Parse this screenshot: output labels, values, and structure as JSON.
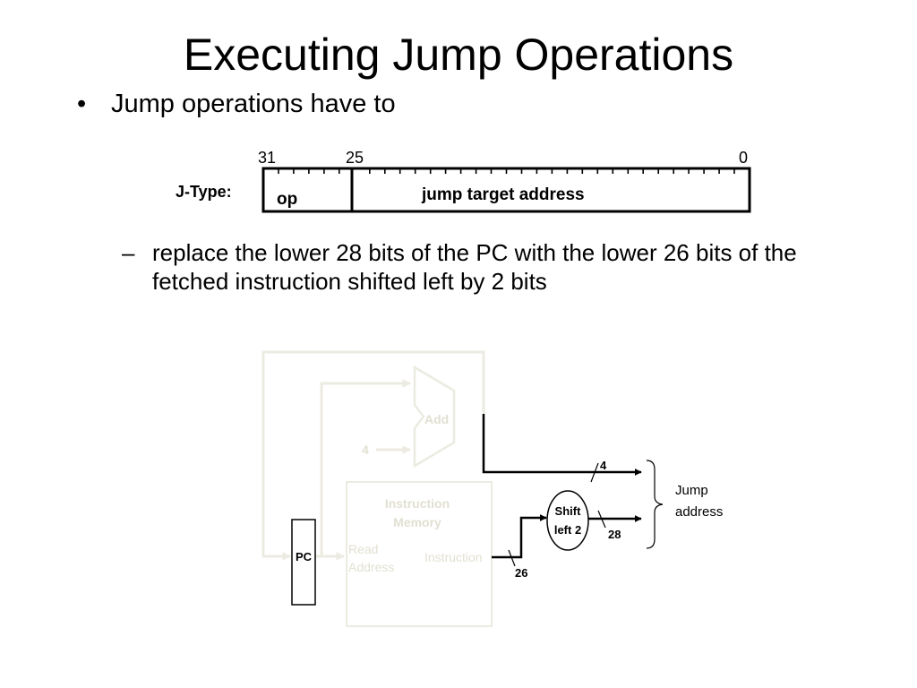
{
  "slide": {
    "title": "Executing Jump Operations",
    "bullet": "Jump operations have to",
    "bullet_marker": "•",
    "sub_marker": "–",
    "sub_bullet": "replace the lower 28 bits of the PC with the lower 26 bits of the fetched instruction shifted left by 2 bits"
  },
  "format": {
    "type_label": "J-Type:",
    "bit_31": "31",
    "bit_25": "25",
    "bit_0": "0",
    "field_op": "op",
    "field_target": "jump target address"
  },
  "datapath": {
    "adder_label": "Add",
    "constant_label": "4",
    "memory_title_line1": "Instruction",
    "memory_title_line2": "Memory",
    "read_address_line1": "Read",
    "read_address_line2": "Address",
    "instruction_port": "Instruction",
    "pc_label": "PC",
    "shifter_line1": "Shift",
    "shifter_line2": "left 2",
    "width_26": "26",
    "width_28": "28",
    "width_4": "4",
    "output_line1": "Jump",
    "output_line2": "address"
  },
  "colors": {
    "faded": "#ecebe1",
    "faded_text": "#e2e0d2",
    "ink": "#000000"
  }
}
